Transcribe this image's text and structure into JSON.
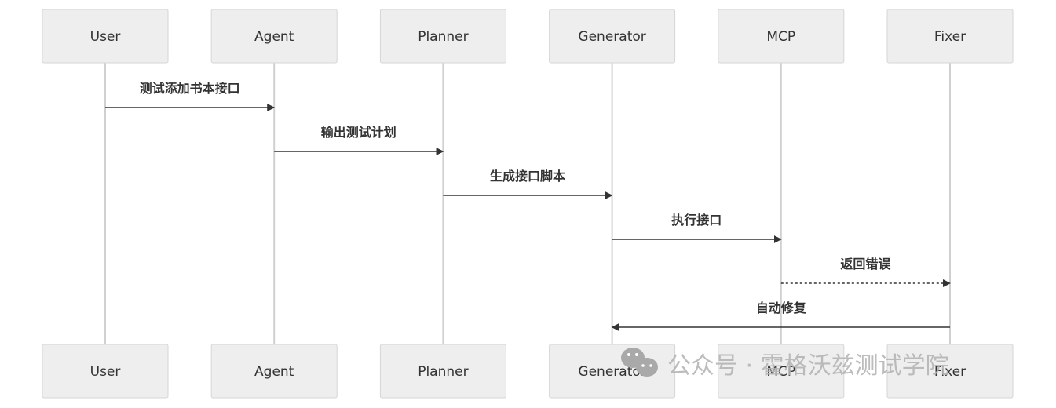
{
  "actors": [
    "User",
    "Agent",
    "Planner",
    "Generator",
    "MCP",
    "Fixer"
  ],
  "messages": [
    {
      "from": "User",
      "to": "Agent",
      "text": "测试添加书本接口",
      "style": "solid"
    },
    {
      "from": "Agent",
      "to": "Planner",
      "text": "输出测试计划",
      "style": "solid"
    },
    {
      "from": "Planner",
      "to": "Generator",
      "text": "生成接口脚本",
      "style": "solid"
    },
    {
      "from": "Generator",
      "to": "MCP",
      "text": "执行接口",
      "style": "solid"
    },
    {
      "from": "MCP",
      "to": "Fixer",
      "text": "返回错误",
      "style": "dashed"
    },
    {
      "from": "Fixer",
      "to": "Generator",
      "text": "自动修复",
      "style": "solid"
    }
  ],
  "watermark": {
    "icon": "wechat-icon",
    "text": "公众号 · 霍格沃兹测试学院"
  },
  "colors": {
    "actor_fill": "#eeeeee",
    "actor_border": "#d6d6d6",
    "lifeline": "#d0d0d0",
    "arrow": "#333333",
    "text": "#333333",
    "watermark": "#b5b5b5"
  }
}
